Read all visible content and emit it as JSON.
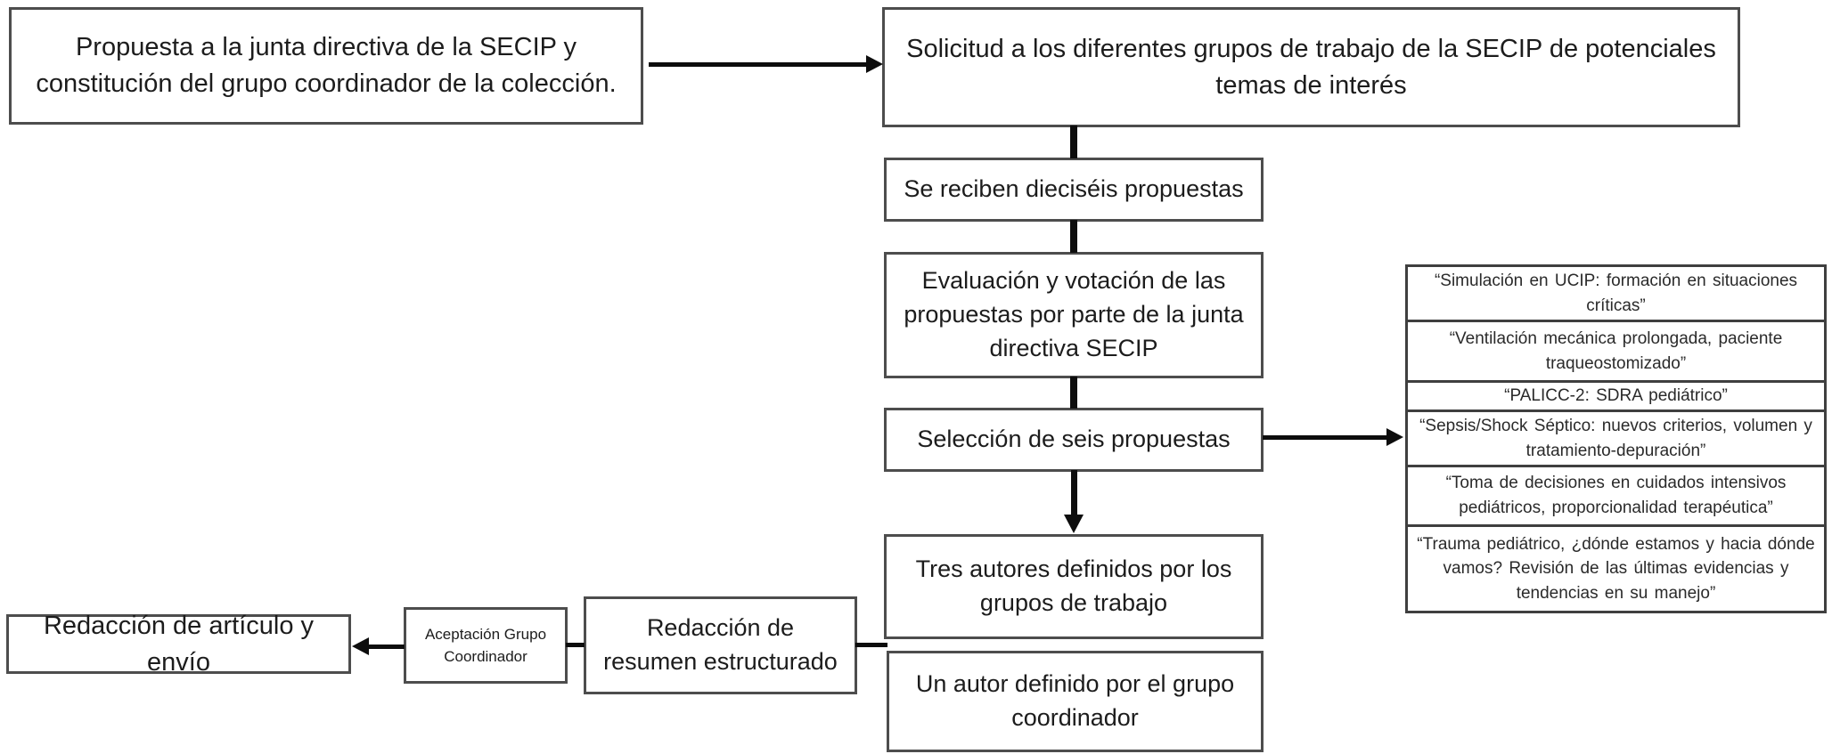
{
  "flowchart": {
    "nodes": {
      "propuesta": {
        "label": "Propuesta a la junta directiva de la SECIP y constitución del grupo coordinador de la colección."
      },
      "solicitud": {
        "label": "Solicitud a los diferentes grupos de trabajo de la SECIP de potenciales temas de interés"
      },
      "reciben": {
        "label": "Se reciben dieciséis propuestas"
      },
      "evaluacion": {
        "label": "Evaluación y votación de las propuestas por parte de la junta directiva SECIP"
      },
      "seleccion": {
        "label": "Selección de seis propuestas"
      },
      "tres_autores": {
        "label": "Tres autores definidos por los grupos de trabajo"
      },
      "un_autor": {
        "label": "Un autor definido por el grupo coordinador"
      },
      "resumen": {
        "label": "Redacción de resumen estructurado"
      },
      "aceptacion": {
        "label": "Aceptación Grupo Coordinador"
      },
      "articulo": {
        "label": "Redacción de artículo y envío"
      }
    },
    "topics": [
      {
        "label": "“Simulación en UCIP: formación en situaciones críticas”"
      },
      {
        "label": "“Ventilación mecánica prolongada, paciente traqueostomizado”"
      },
      {
        "label": "“PALICC-2: SDRA pediátrico”"
      },
      {
        "label": "“Sepsis/Shock Séptico: nuevos criterios, volumen y tratamiento-depuración”"
      },
      {
        "label": "“Toma de decisiones en cuidados intensivos pediátricos, proporcionalidad terapéutica”"
      },
      {
        "label": "“Trauma pediátrico, ¿dónde estamos y hacia dónde vamos? Revisión de las últimas evidencias y tendencias en su manejo”"
      }
    ],
    "colors": {
      "box_border": "#4d4d4d",
      "box_background": "#ffffff",
      "text": "#1c1c1c",
      "connector": "#0d0d0d"
    }
  }
}
